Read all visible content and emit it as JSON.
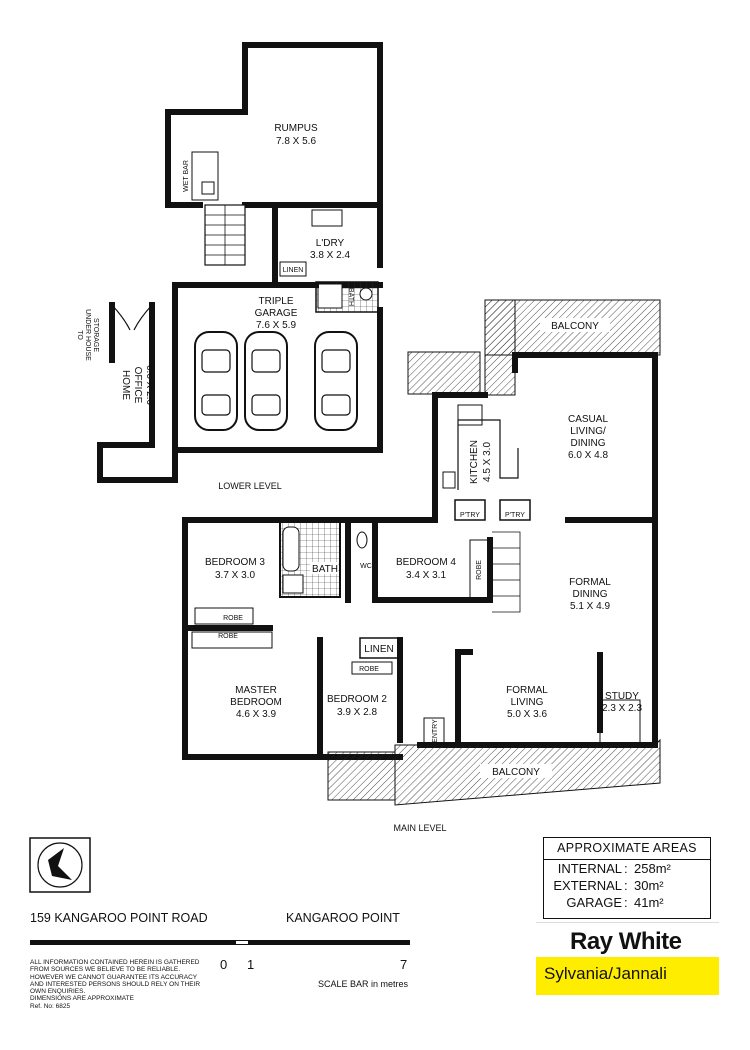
{
  "plan": {
    "levels": {
      "lower": "LOWER LEVEL",
      "main": "MAIN LEVEL"
    },
    "rooms": {
      "rumpus": {
        "name": "RUMPUS",
        "size": "7.8 X 5.6"
      },
      "wet_bar": "WET BAR",
      "laundry": {
        "name": "L'DRY",
        "size": "3.8 X 2.4"
      },
      "linen_lower": "LINEN",
      "bath_lower": "BATH",
      "garage": {
        "name1": "TRIPLE",
        "name2": "GARAGE",
        "size": "7.6 X 5.9"
      },
      "storage": {
        "line1": "TO",
        "line2": "UNDER HOUSE",
        "line3": "STORAGE"
      },
      "office": {
        "name1": "HOME",
        "name2": "OFFICE",
        "size": "6.6 X 2.0"
      },
      "balcony_top": "BALCONY",
      "casual": {
        "name1": "CASUAL",
        "name2": "LIVING/",
        "name3": "DINING",
        "size": "6.0 X 4.8"
      },
      "kitchen": {
        "name": "KITCHEN",
        "size": "4.5 X 3.0"
      },
      "ptry1": "P'TRY",
      "ptry2": "P'TRY",
      "bed3": {
        "name": "BEDROOM 3",
        "size": "3.7 X 3.0"
      },
      "bath_main": "BATH",
      "wc": "WC",
      "bed4": {
        "name": "BEDROOM 4",
        "size": "3.4 X 3.1"
      },
      "robe_bed4": "ROBE",
      "formal_dining": {
        "name1": "FORMAL",
        "name2": "DINING",
        "size": "5.1 X 4.9"
      },
      "robe_bed3": "ROBE",
      "robe_master": "ROBE",
      "linen_main": "LINEN",
      "robe_bed2": "ROBE",
      "master": {
        "name1": "MASTER",
        "name2": "BEDROOM",
        "size": "4.6 X 3.9"
      },
      "bed2": {
        "name": "BEDROOM 2",
        "size": "3.9 X 2.8"
      },
      "entry": "ENTRY",
      "formal_living": {
        "name1": "FORMAL",
        "name2": "LIVING",
        "size": "5.0 X 3.6"
      },
      "study": {
        "name": "STUDY",
        "size": "2.3 X 2.3"
      },
      "balcony_bottom": "BALCONY"
    }
  },
  "areas": {
    "title": "APPROXIMATE AREAS",
    "rows": [
      {
        "label": "INTERNAL",
        "value": "258m²"
      },
      {
        "label": "EXTERNAL",
        "value": "30m²"
      },
      {
        "label": "GARAGE",
        "value": "41m²"
      }
    ]
  },
  "address": {
    "street": "159 KANGAROO POINT ROAD",
    "suburb": "KANGAROO POINT"
  },
  "scale": {
    "n0": "0",
    "n1": "1",
    "n7": "7",
    "caption": "SCALE BAR in metres"
  },
  "disclaimer": [
    "ALL INFORMATION CONTAINED HEREIN IS GATHERED",
    "FROM SOURCES WE BELIEVE TO BE RELIABLE.",
    "HOWEVER WE CANNOT GUARANTEE ITS ACCURACY",
    "AND INTERESTED PERSONS SHOULD RELY ON THEIR",
    "OWN ENQUIRIES.",
    "DIMENSIONS ARE APPROXIMATE",
    "Ref. No: 6825"
  ],
  "brand": {
    "name": "Ray White",
    "office": "Sylvania/Jannali"
  }
}
